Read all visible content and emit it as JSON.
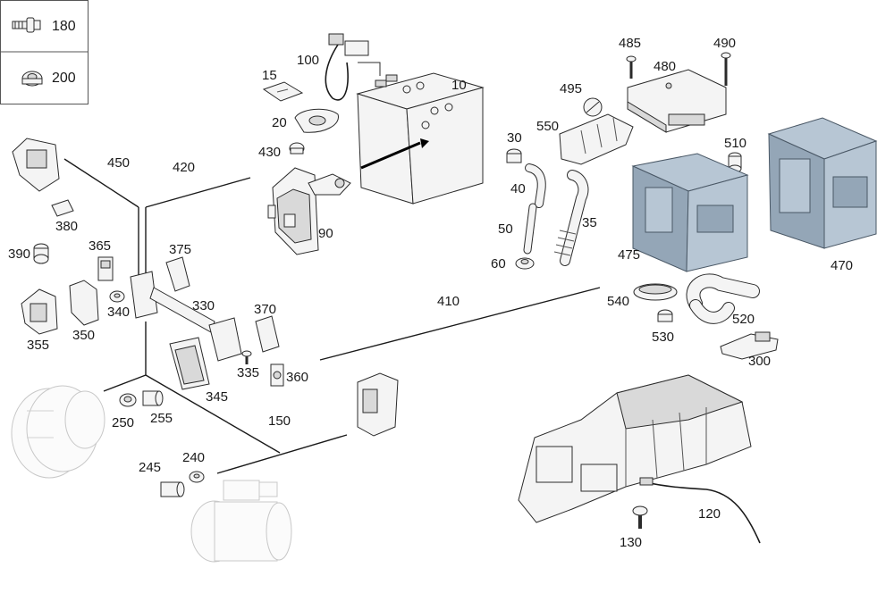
{
  "legend": {
    "items": [
      {
        "number": "180",
        "icon": "screw-icon"
      },
      {
        "number": "200",
        "icon": "nut-icon"
      }
    ]
  },
  "callouts": {
    "p10": "10",
    "p15": "15",
    "p20": "20",
    "p30": "30",
    "p35": "35",
    "p40": "40",
    "p50": "50",
    "p60": "60",
    "p90": "90",
    "p100": "100",
    "p120": "120",
    "p130": "130",
    "p150": "150",
    "p240": "240",
    "p245": "245",
    "p250": "250",
    "p255": "255",
    "p300": "300",
    "p330": "330",
    "p335": "335",
    "p340": "340",
    "p345": "345",
    "p350": "350",
    "p355": "355",
    "p360": "360",
    "p365": "365",
    "p370": "370",
    "p375": "375",
    "p380": "380",
    "p390": "390",
    "p410": "410",
    "p420": "420",
    "p430": "430",
    "p450": "450",
    "p470": "470",
    "p475": "475",
    "p480": "480",
    "p485": "485",
    "p490": "490",
    "p495": "495",
    "p510": "510",
    "p520": "520",
    "p530": "530",
    "p540": "540",
    "p550": "550"
  },
  "colors": {
    "line": "#1a1a1a",
    "module_fill": "#b7c6d4",
    "ghost_outline": "#c8c8c8"
  }
}
